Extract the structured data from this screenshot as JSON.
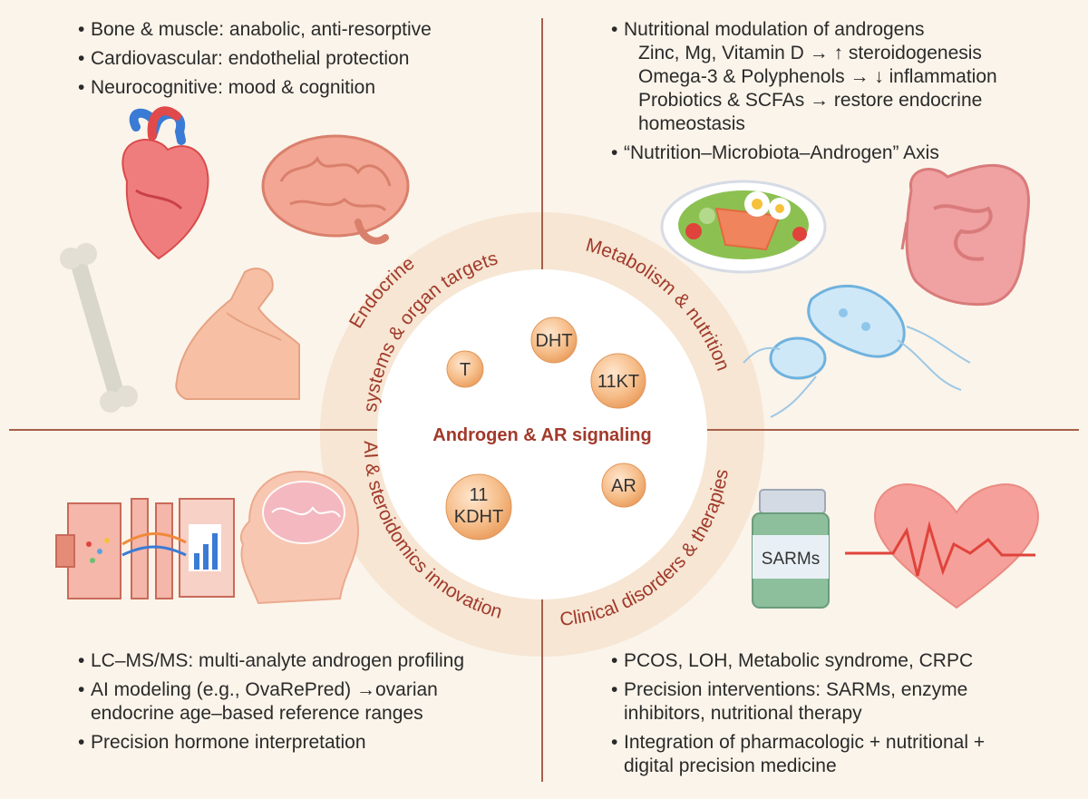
{
  "quadrants": {
    "top_left": {
      "bullets": [
        "Bone & muscle: anabolic, anti-resorptive",
        "Cardiovascular: endothelial protection",
        "Neurocognitive: mood & cognition"
      ]
    },
    "top_right": {
      "heading": "Nutritional modulation of androgens",
      "sub": [
        "Zinc, Mg, Vitamin D → ↑ steroidogenesis",
        "Omega-3 & Polyphenols → ↓ inflammation",
        "Probiotics & SCFAs → restore endocrine",
        "homeostasis"
      ],
      "axis": "“Nutrition–Microbiota–Androgen” Axis"
    },
    "bottom_left": {
      "bullets": [
        "LC–MS/MS: multi-analyte androgen profiling",
        "AI modeling (e.g., OvaRePred) →ovarian",
        "endocrine age–based reference ranges",
        "Precision hormone interpretation"
      ]
    },
    "bottom_right": {
      "bullets": [
        "PCOS, LOH, Metabolic syndrome, CRPC",
        "Precision interventions: SARMs, enzyme",
        "inhibitors, nutritional therapy",
        "Integration of pharmacologic + nutritional +",
        "digital precision medicine"
      ]
    }
  },
  "ring_labels": {
    "top_left_outer": "Endocrine",
    "top_left_inner": "systems & organ targets",
    "top_right": "Metabolism & nutrition",
    "bottom_left": "AI & steroidomics innovation",
    "bottom_right": "Clinical disorders & therapies"
  },
  "center": {
    "title": "Androgen & AR signaling",
    "molecules": [
      "T",
      "DHT",
      "11KT",
      "11",
      "KDHT",
      "AR"
    ]
  },
  "bottle_label": "SARMs",
  "colors": {
    "background": "#fbf4ea",
    "accent": "#a13a2b",
    "ring": "#f6e6d3",
    "divider": "#a6604b",
    "molecule": "#f3b27c"
  },
  "icons": [
    "heart-icon",
    "brain-icon",
    "bone-icon",
    "flexed-arm-icon",
    "salad-plate-icon",
    "intestine-icon",
    "bacteria-icon",
    "lcms-instrument-icon",
    "head-brain-icon",
    "pill-bottle-icon",
    "heart-ecg-icon"
  ]
}
